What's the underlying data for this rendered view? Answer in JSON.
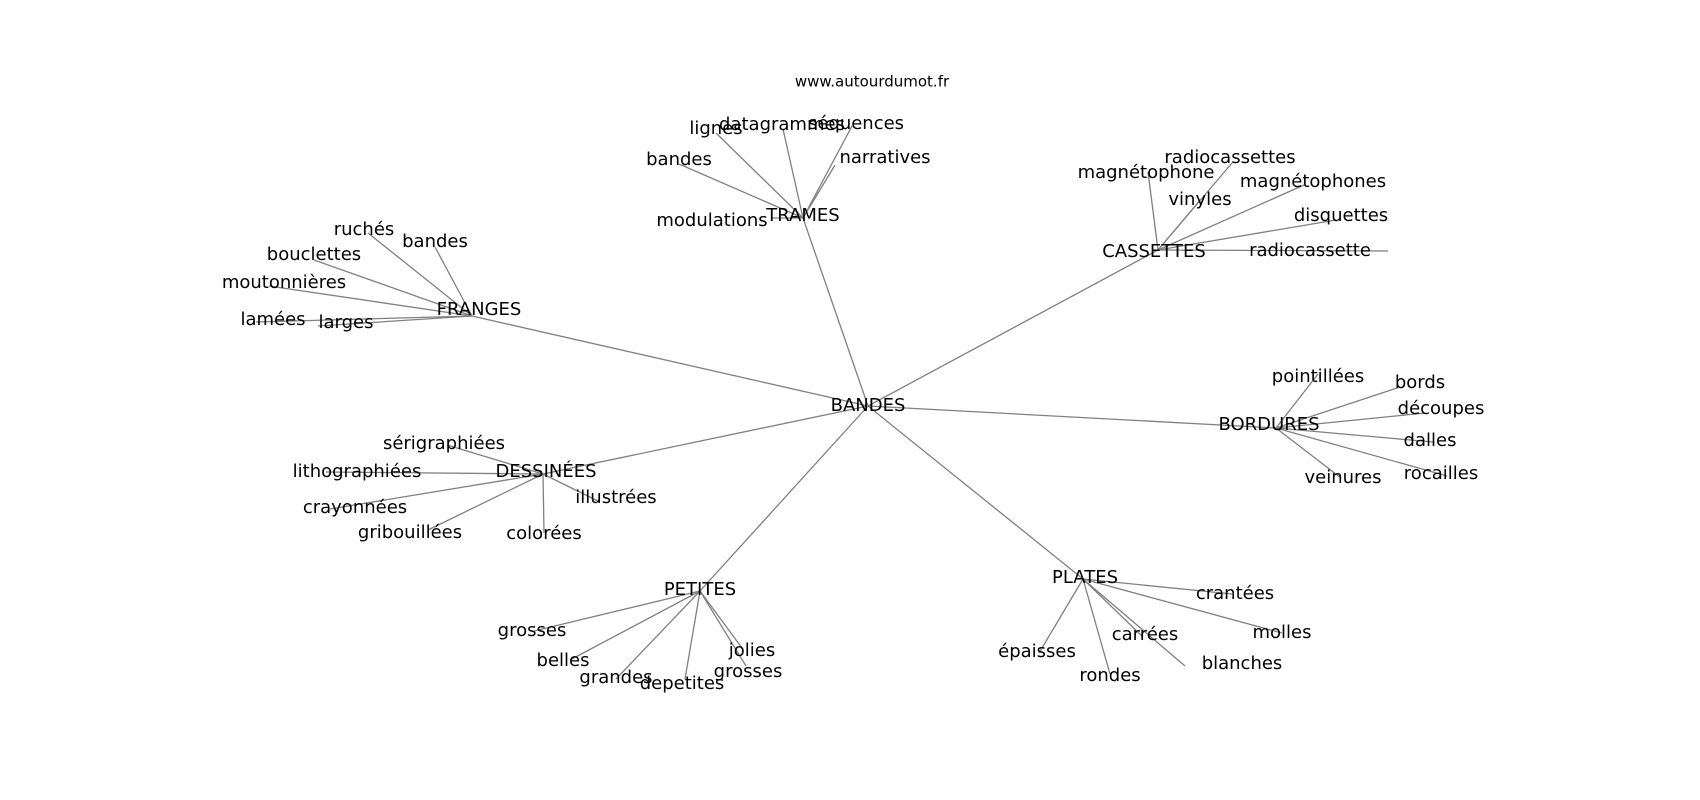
{
  "website": "www.autourdumot.fr",
  "colors": {
    "edge": "#808080",
    "text": "#000000",
    "background": "#ffffff"
  },
  "graph": {
    "root": "BANDES",
    "clusters": [
      {
        "label": "TRAMES",
        "children": [
          "lignes",
          "datagrammes",
          "séquences",
          "narratives",
          "bandes",
          "modulations"
        ]
      },
      {
        "label": "CASSETTES",
        "children": [
          "magnétophone",
          "radiocassettes",
          "magnétophones",
          "vinyles",
          "disquettes",
          "radiocassette"
        ]
      },
      {
        "label": "FRANGES",
        "children": [
          "ruchés",
          "bandes",
          "bouclettes",
          "moutonnières",
          "lamées",
          "larges"
        ]
      },
      {
        "label": "BORDURES",
        "children": [
          "pointillées",
          "bords",
          "découpes",
          "dalles",
          "rocailles",
          "veinures"
        ]
      },
      {
        "label": "DESSINÉES",
        "children": [
          "sérigraphiées",
          "lithographiées",
          "crayonnées",
          "gribouillées",
          "colorées",
          "illustrées"
        ]
      },
      {
        "label": "PETITES",
        "children": [
          "grosses",
          "belles",
          "grandes",
          "depetites",
          "grosses",
          "jolies"
        ]
      },
      {
        "label": "PLATES",
        "children": [
          "crantées",
          "molles",
          "blanches",
          "carrées",
          "rondes",
          "épaisses"
        ]
      }
    ]
  }
}
